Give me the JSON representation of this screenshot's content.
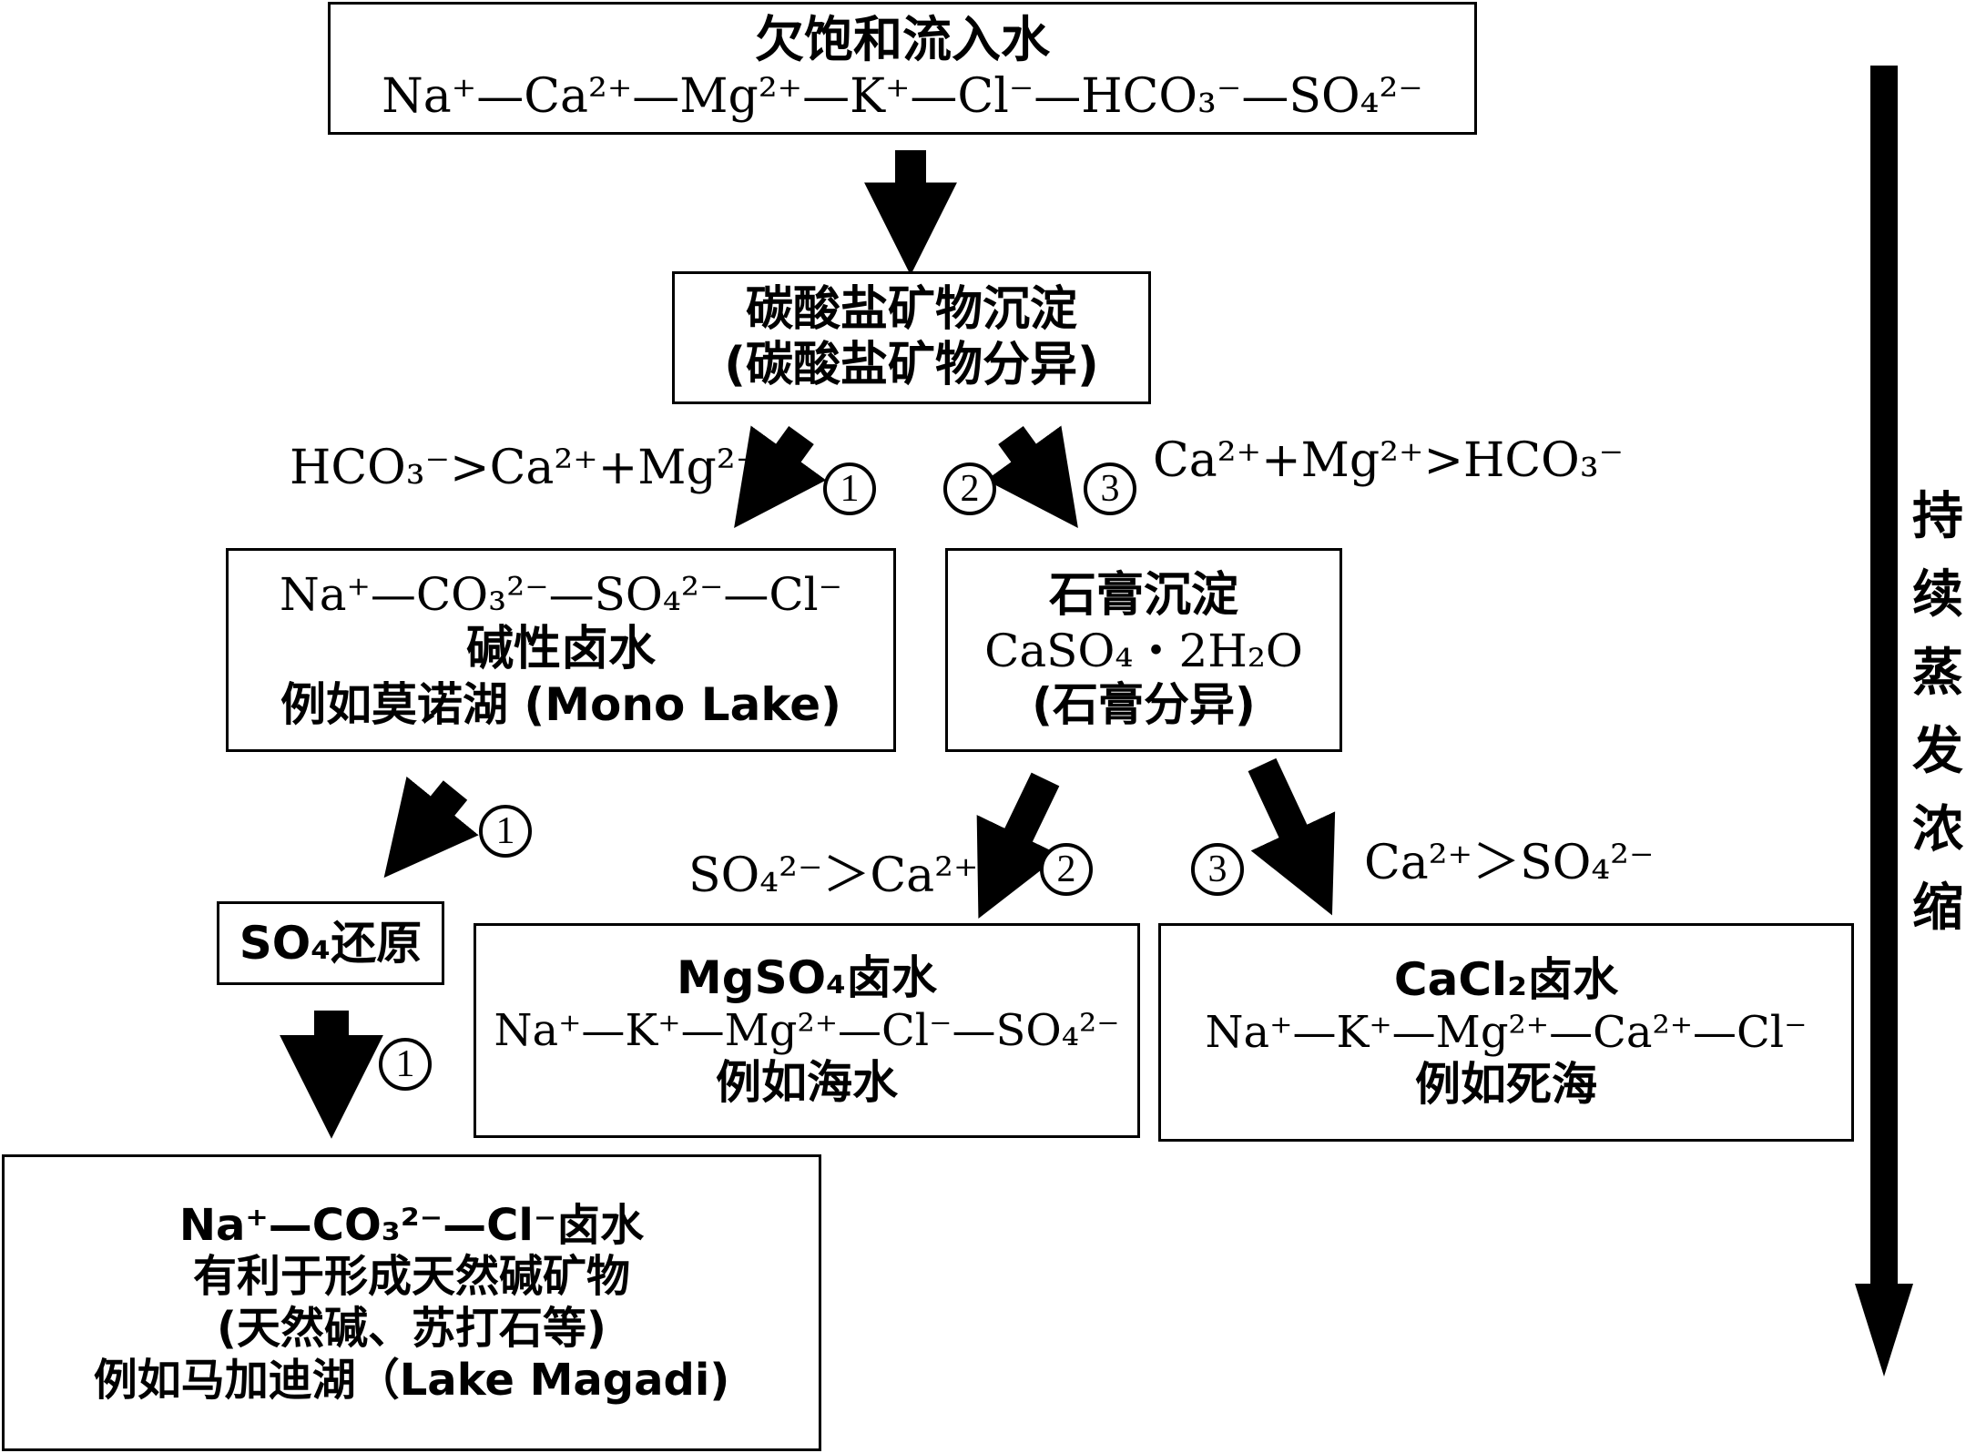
{
  "boxes": {
    "inflow": {
      "title": "欠饱和流入水",
      "ions": "Na⁺—Ca²⁺—Mg²⁺—K⁺—Cl⁻—HCO₃⁻—SO₄²⁻"
    },
    "carbonate": {
      "line1": "碳酸盐矿物沉淀",
      "line2": "(碳酸盐矿物分异)"
    },
    "alkaline": {
      "ions": "Na⁺—CO₃²⁻—SO₄²⁻—Cl⁻",
      "title": "碱性卤水",
      "example": "例如莫诺湖 (Mono Lake)"
    },
    "gypsum": {
      "title": "石膏沉淀",
      "formula": "CaSO₄・2H₂O",
      "note": "(石膏分异)"
    },
    "so4_reduction": {
      "label": "SO₄还原"
    },
    "mgso4": {
      "title": "MgSO₄卤水",
      "ions": "Na⁺—K⁺—Mg²⁺—Cl⁻—SO₄²⁻",
      "example": "例如海水"
    },
    "cacl2": {
      "title": "CaCl₂卤水",
      "ions": "Na⁺—K⁺—Mg²⁺—Ca²⁺—Cl⁻",
      "example": "例如死海"
    },
    "soda": {
      "title": "Na⁺—CO₃²⁻—Cl⁻卤水",
      "line2": "有利于形成天然碱矿物",
      "line3": "(天然碱、苏打石等)",
      "line4": "例如马加迪湖（Lake Magadi)"
    }
  },
  "conditions": {
    "hco3_gt": "HCO₃⁻>Ca²⁺+Mg²⁺",
    "ca_mg_gt": "Ca²⁺+Mg²⁺>HCO₃⁻",
    "so4_gt_ca": "SO₄²⁻＞Ca²⁺",
    "ca_gt_so4": "Ca²⁺＞SO₄²⁻"
  },
  "path_markers": {
    "p1": "1",
    "p2": "2",
    "p3": "3"
  },
  "side_label": [
    "持",
    "续",
    "蒸",
    "发",
    "浓",
    "缩"
  ],
  "colors": {
    "ink": "#000000",
    "background": "#ffffff"
  }
}
